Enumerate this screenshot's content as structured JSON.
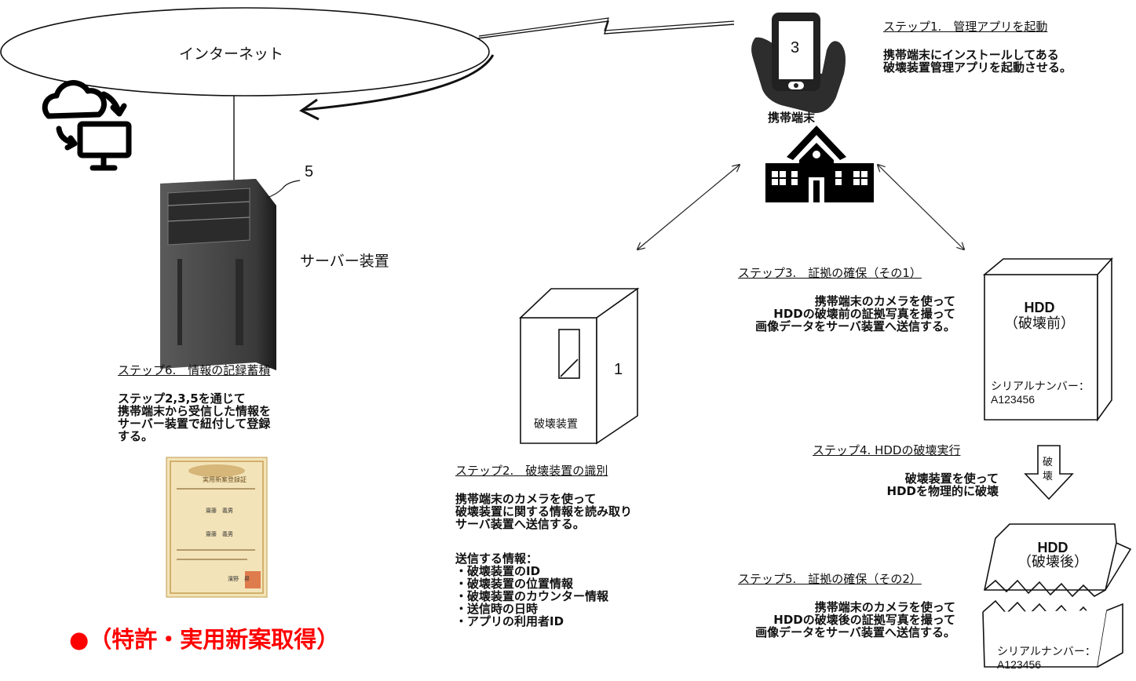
{
  "internet_label": "インターネット",
  "server": {
    "number": "5",
    "label": "サーバー装置"
  },
  "mobile": {
    "number": "3",
    "label": "携帯端末"
  },
  "destroyer": {
    "number": "1",
    "label": "破壊装置"
  },
  "step1": {
    "title": "ステップ1.　管理アプリを起動",
    "lines": [
      "携帯端末にインストールしてある",
      "破壊装置管理アプリを起動させる。"
    ]
  },
  "step2": {
    "title": "ステップ2.　破壊装置の識別",
    "lines": [
      "携帯端末のカメラを使って",
      "破壊装置に関する情報を読み取り",
      "サーバ装置へ送信する。"
    ],
    "send_title": "送信する情報：",
    "send_items": [
      "・破壊装置のID",
      "・破壊装置の位置情報",
      "・破壊装置のカウンター情報",
      "・送信時の日時",
      "・アプリの利用者ID"
    ]
  },
  "step3": {
    "title": "ステップ3.　証拠の確保（その1）",
    "lines": [
      "携帯端末のカメラを使って",
      "HDDの破壊前の証拠写真を撮って",
      "画像データをサーバ装置へ送信する。"
    ]
  },
  "step4": {
    "title": "ステップ4. HDDの破壊実行",
    "lines": [
      "破壊装置を使って",
      "HDDを物理的に破壊"
    ],
    "arrow_text": [
      "破",
      "壊"
    ]
  },
  "step5": {
    "title": "ステップ5.　証拠の確保（その2）",
    "lines": [
      "携帯端末のカメラを使って",
      "HDDの破壊後の証拠写真を撮って",
      "画像データをサーバ装置へ送信する。"
    ]
  },
  "step6": {
    "title": "ステップ6.　情報の記録蓄積",
    "lines": [
      "ステップ2,3,5を通じて",
      "携帯端末から受信した情報を",
      "サーバー装置で紐付して登録",
      "する。"
    ]
  },
  "hdd_before": {
    "title": "HDD",
    "sub": "（破壊前）",
    "serial_label": "シリアルナンバー：",
    "serial": "A123456"
  },
  "hdd_after": {
    "title": "HDD",
    "sub": "（破壊後）",
    "serial_label": "シリアルナンバー：",
    "serial": "A123456"
  },
  "patent_note": "●（特許・実用新案取得）",
  "certificate": {
    "title": "実用新案登録証",
    "names": [
      "齋藤　義男",
      "齋藤　義男",
      "濱野　昇"
    ]
  },
  "colors": {
    "accent_red": "#ff0000",
    "certificate_bg": "#f3e3b8"
  }
}
